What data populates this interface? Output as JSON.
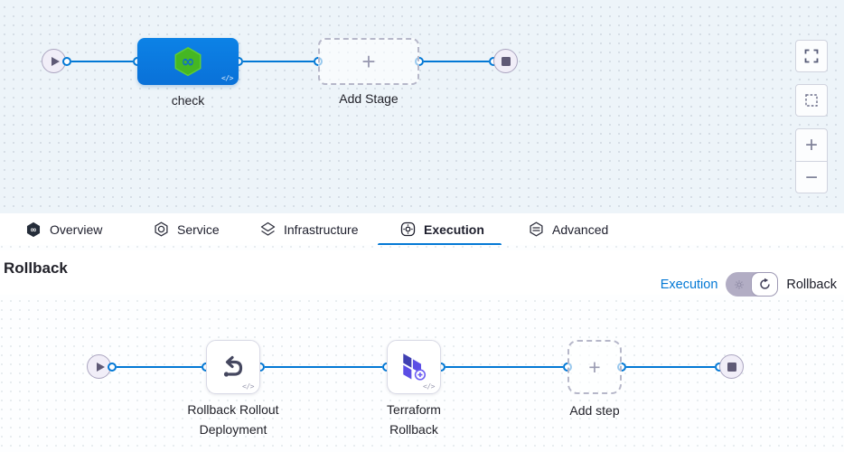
{
  "canvas_top": {
    "stage_label": "check",
    "stage_code_glyph": "</>",
    "add_stage_label": "Add Stage",
    "plus_glyph": "+",
    "zoom_in_glyph": "+",
    "zoom_out_glyph": "−"
  },
  "tabs": [
    {
      "label": "Overview",
      "icon": "harness-logo-icon",
      "active": false
    },
    {
      "label": "Service",
      "icon": "service-icon",
      "active": false
    },
    {
      "label": "Infrastructure",
      "icon": "infrastructure-icon",
      "active": false
    },
    {
      "label": "Execution",
      "icon": "execution-icon",
      "active": true
    },
    {
      "label": "Advanced",
      "icon": "advanced-icon",
      "active": false
    }
  ],
  "rollback_section": {
    "title": "Rollback",
    "mode_toggle": {
      "left_label": "Execution",
      "right_label": "Rollback",
      "selected": "Rollback"
    },
    "steps": [
      {
        "line1": "Rollback Rollout",
        "line2": "Deployment",
        "icon": "undo-arrow-icon",
        "code_glyph": "</>"
      },
      {
        "line1": "Terraform",
        "line2": "Rollback",
        "icon": "terraform-icon",
        "code_glyph": "</>"
      }
    ],
    "add_step_label": "Add step",
    "plus_glyph": "+"
  },
  "colors": {
    "edge_blue": "#0278d5",
    "stage_blue": "#0b79df",
    "active_tab_blue": "#0278d5",
    "canvas_top_bg": "#edf4f9",
    "terraform_purple": "#5c4ee5",
    "stage_icon_green": "#45b723"
  }
}
